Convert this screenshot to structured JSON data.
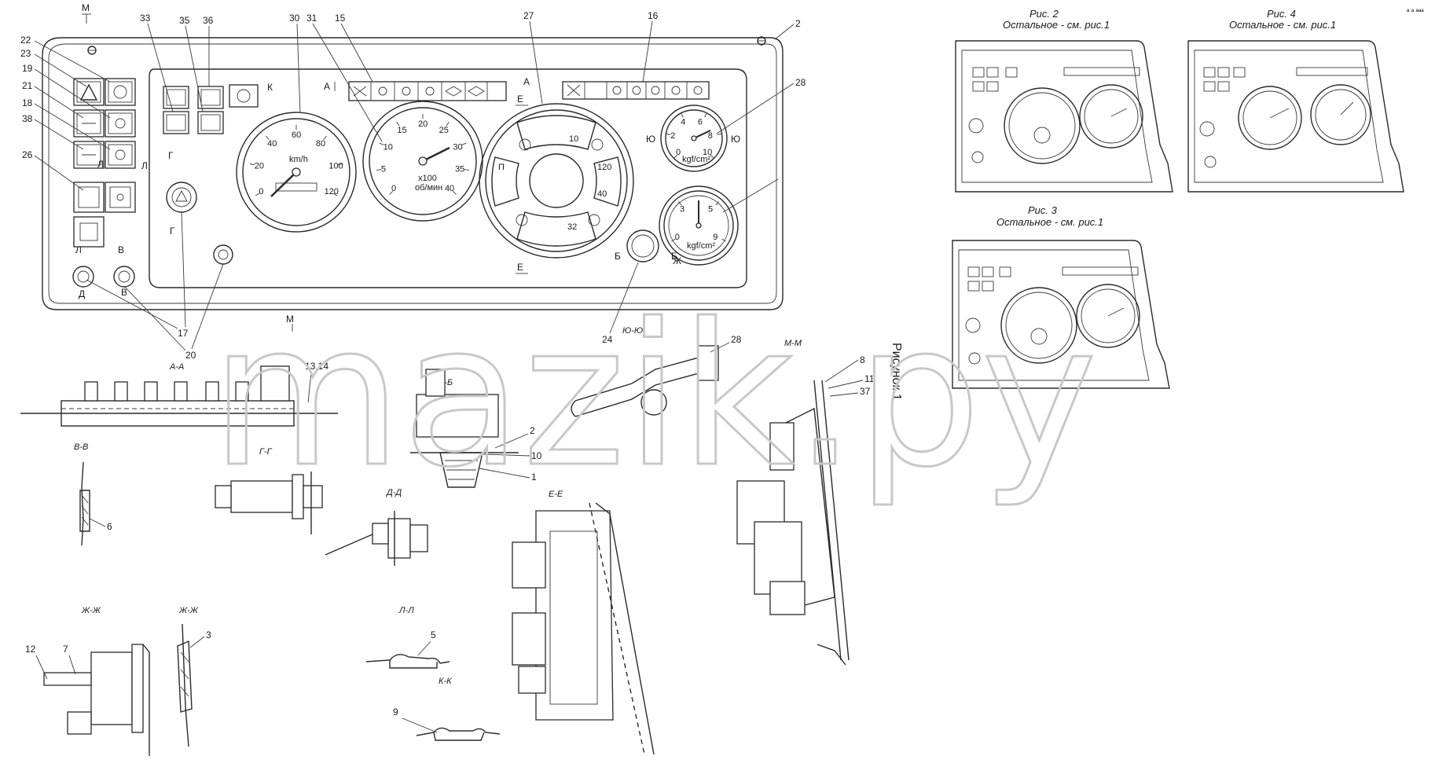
{
  "figure": {
    "title": "Рисунок 1",
    "watermark": "mazik.py",
    "corner_mark": "ª ª ªªª"
  },
  "insets": {
    "fig2": {
      "title": "Рис. 2",
      "note": "Остальное - см. рис.1"
    },
    "fig3": {
      "title": "Рис. 3",
      "note": "Остальное - см. рис.1"
    },
    "fig4": {
      "title": "Рис. 4",
      "note": "Остальное - см. рис.1"
    }
  },
  "callouts": [
    "22",
    "23",
    "19",
    "21",
    "18",
    "38",
    "26",
    "33",
    "35",
    "36",
    "30",
    "31",
    "15",
    "27",
    "16",
    "2",
    "28",
    "17",
    "20",
    "24",
    "13,14",
    "2",
    "10",
    "1",
    "6",
    "9",
    "8",
    "11",
    "37",
    "12",
    "7",
    "3",
    "5",
    "28"
  ],
  "section_marks": {
    "M": "М",
    "A": "А",
    "E": "Е",
    "K": "К",
    "L": "Л",
    "V": "В",
    "G": "Г",
    "D": "Д",
    "B": "Б",
    "Yu": "Ю",
    "Zh": "Ж"
  },
  "sections": [
    "А-А",
    "Б-Б",
    "В-В",
    "Г-Г",
    "Д-Д",
    "Е-Е",
    "Ж-Ж",
    "Ж-Ж",
    "Л-Л",
    "К-К",
    "М-М",
    "Ю-Ю"
  ],
  "gauges": {
    "speedometer": {
      "unit": "km/h",
      "ticks": [
        "0",
        "20",
        "40",
        "60",
        "80",
        "100",
        "120"
      ]
    },
    "tachometer": {
      "unit": "об/мин",
      "multiplier": "x100",
      "ticks": [
        "0",
        "5",
        "10",
        "15",
        "20",
        "25",
        "30",
        "35",
        "40"
      ]
    },
    "pressure_top": {
      "unit": "kgf/cm²",
      "ticks": [
        "0",
        "2",
        "4",
        "6",
        "8",
        "10"
      ]
    },
    "pressure_bottom": {
      "unit": "kgf/cm²",
      "ticks": [
        "0",
        "3",
        "5",
        "9"
      ]
    },
    "combi": {
      "marks": [
        "10",
        "120",
        "40",
        "32",
        "П"
      ]
    }
  }
}
